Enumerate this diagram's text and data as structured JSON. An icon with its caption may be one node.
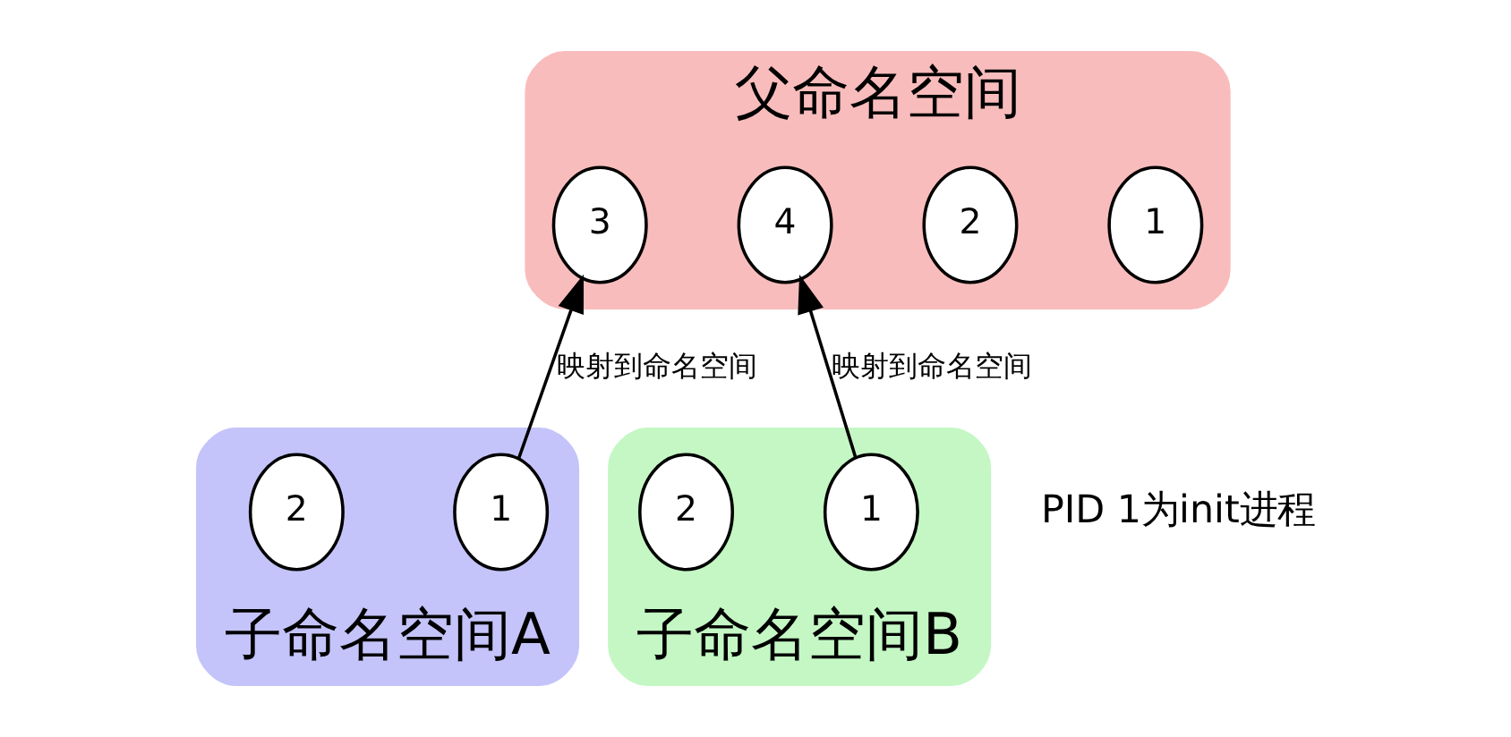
{
  "diagram": {
    "nodes": [
      {
        "text": [
          "父命名空间"
        ]
      },
      {
        "text": [
          "1"
        ],
        "in": 0
      },
      {
        "text": [
          "2"
        ],
        "in": 0
      },
      {
        "text": [
          "3"
        ],
        "in": 0
      },
      {
        "text": [
          "4"
        ],
        "in": 0
      },
      {
        "text": [
          "子命名空间A"
        ]
      },
      {
        "text": [
          "1"
        ],
        "in": 5
      },
      {
        "text": [
          "2"
        ],
        "in": 5
      },
      {
        "text": [
          "子命名空间B"
        ]
      },
      {
        "text": [
          "1"
        ],
        "in": 8
      },
      {
        "text": [
          "2"
        ],
        "in": 8
      }
    ],
    "edges": [
      {
        "from": 6,
        "to": 3,
        "arrow": "to",
        "label": "映射到命名空间"
      },
      {
        "from": 9,
        "to": 4,
        "arrow": "to",
        "label": "映射到命名空间"
      }
    ],
    "labels": [
      "PID 1为init进程"
    ]
  }
}
